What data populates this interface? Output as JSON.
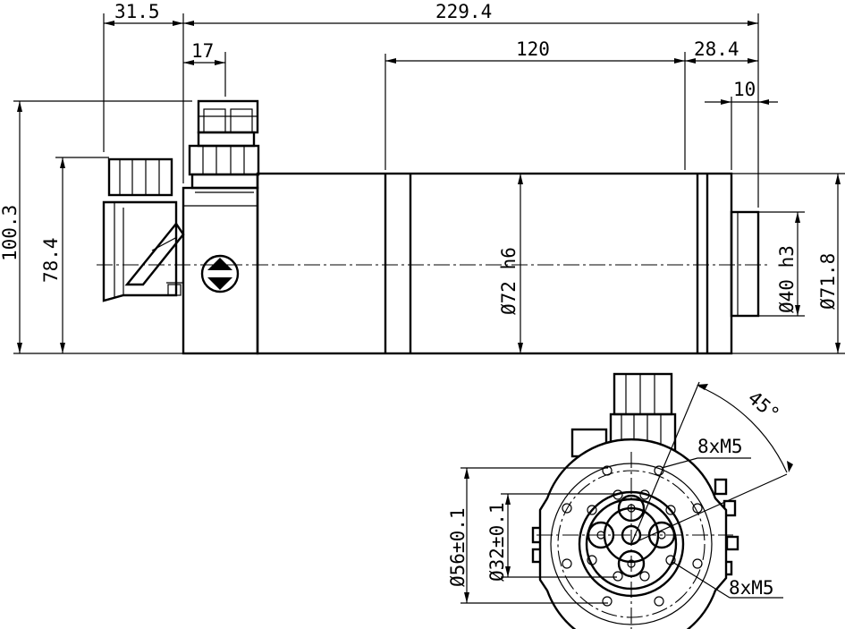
{
  "drawing": {
    "side_view": {
      "dim_31_5": "31.5",
      "dim_229_4": "229.4",
      "dim_17": "17",
      "dim_120": "120",
      "dim_28_4": "28.4",
      "dim_10": "10",
      "dim_100_3": "100.3",
      "dim_78_4": "78.4",
      "dia_72_h6": "Ø72 h6",
      "dia_40_h3": "Ø40 h3",
      "dia_71_8": "Ø71.8"
    },
    "front_view": {
      "angle_45": "45°",
      "holes_outer": "8xM5",
      "holes_inner": "8xM5",
      "dia_56": "Ø56±0.1",
      "dia_32": "Ø32±0.1"
    }
  }
}
